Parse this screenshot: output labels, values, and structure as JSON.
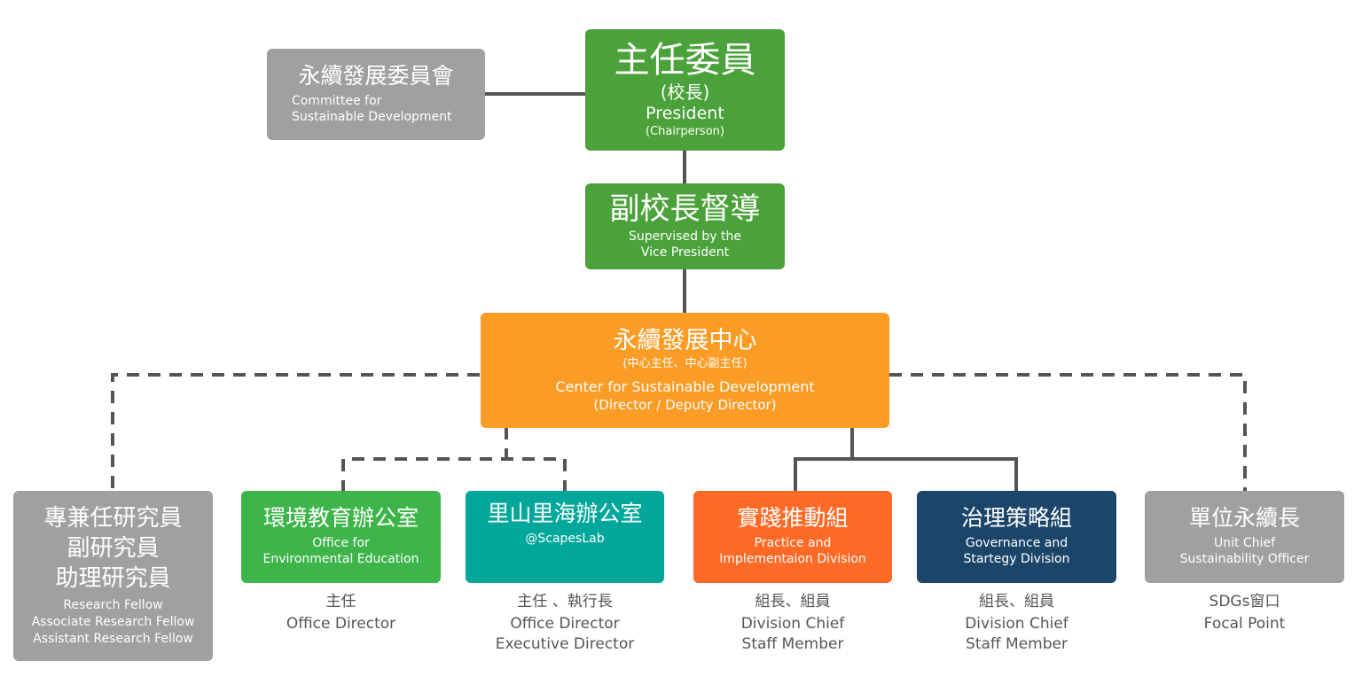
{
  "colors": {
    "committee": "#a0a0a0",
    "president": "#4ba23a",
    "vice_president": "#4ba23a",
    "center": "#fa9c25",
    "office_env": "#3db54a",
    "office_scapes": "#00a79a",
    "practice": "#ff6a27",
    "governance": "#1c4669",
    "research": "#a0a0a0",
    "unit_chief": "#a0a0a0",
    "line": "#555555"
  },
  "committee": {
    "zh": "永續發展委員會",
    "en_line1": "Committee for",
    "en_line2": "Sustainable Development"
  },
  "president": {
    "zh": "主任委員",
    "zh_sub": "(校長)",
    "en": "President",
    "en_sub": "(Chairperson)"
  },
  "vice_president": {
    "zh": "副校長督導",
    "en_line1": "Supervised by the",
    "en_line2": "Vice President"
  },
  "center": {
    "zh": "永續發展中心",
    "zh_sub": "(中心主任、中心副主任)",
    "en": "Center for Sustainable Development",
    "en_sub": "(Director / Deputy Director)"
  },
  "units": [
    {
      "zh_lines": [
        "專兼任研究員",
        "副研究員",
        "助理研究員"
      ],
      "en_lines": [
        "Research Fellow",
        "Associate Research Fellow",
        "Assistant Research Fellow"
      ]
    },
    {
      "zh": "環境教育辦公室",
      "en_lines": [
        "Office for",
        "Environmental Education"
      ],
      "caption_zh": "主任",
      "caption_en": [
        "Office Director"
      ]
    },
    {
      "zh": "里山里海辦公室",
      "en_lines": [
        "@ScapesLab"
      ],
      "caption_zh": "主任 、執行長",
      "caption_en": [
        "Office Director",
        "Executive Director"
      ]
    },
    {
      "zh": "實踐推動組",
      "en_lines": [
        "Practice and",
        "Implementaion Division"
      ],
      "caption_zh": "組長、組員",
      "caption_en": [
        "Division Chief",
        "Staff Member"
      ]
    },
    {
      "zh": "治理策略組",
      "en_lines": [
        "Governance and",
        "Startegy Division"
      ],
      "caption_zh": "組長、組員",
      "caption_en": [
        "Division Chief",
        "Staff Member"
      ]
    },
    {
      "zh": "單位永續長",
      "en_lines": [
        "Unit Chief",
        "Sustainability Officer"
      ],
      "caption_zh": "SDGs窗口",
      "caption_en": [
        "Focal Point"
      ]
    }
  ]
}
